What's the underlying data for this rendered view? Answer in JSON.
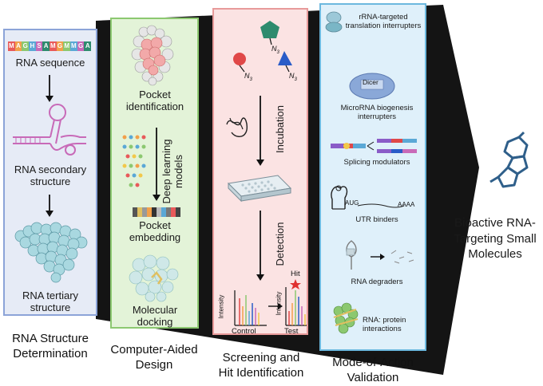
{
  "stages": {
    "s1": {
      "caption_line1": "RNA Structure",
      "caption_line2": "Determination",
      "seq_label": "RNA sequence",
      "secondary_line1": "RNA secondary",
      "secondary_line2": "structure",
      "tertiary_line1": "RNA tertiary",
      "tertiary_line2": "structure",
      "seq_letters": [
        "M",
        "A",
        "G",
        "H",
        "S",
        "A",
        "M",
        "G",
        "M",
        "M",
        "G",
        "A"
      ],
      "colors": {
        "bg": "#e6ebf6",
        "border": "#8ca4d8"
      }
    },
    "s2": {
      "caption_line1": "Computer-Aided",
      "caption_line2": "Design",
      "pocket_id_line1": "Pocket",
      "pocket_id_line2": "identification",
      "deep_learning_line1": "Deep learning",
      "deep_learning_line2": "models",
      "embedding_line1": "Pocket",
      "embedding_line2": "embedding",
      "docking_line1": "Molecular",
      "docking_line2": "docking",
      "colors": {
        "bg": "#e3f3d8",
        "border": "#8cc870"
      }
    },
    "s3": {
      "caption_line1": "Screening and",
      "caption_line2": "Hit Identification",
      "incubation": "Incubation",
      "detection": "Detection",
      "n3_a": "N",
      "n3_b": "N",
      "n3_c": "N",
      "n3_sub": "3",
      "intensity": "Intensity",
      "control": "Control",
      "test": "Test",
      "hit": "Hit",
      "colors": {
        "bg": "#fbe3e3",
        "border": "#e89a9a"
      }
    },
    "s4": {
      "caption_line1": "Mode-of-Action",
      "caption_line2": "Validation",
      "rrna_line1": "rRNA-targeted",
      "rrna_line2": "translation interrupters",
      "dicer": "Dicer",
      "mirna_line1": "MicroRNA biogenesis",
      "mirna_line2": "interrupters",
      "splicing": "Splicing modulators",
      "aug": "AUG",
      "aaaa": "AAAA",
      "utr": "UTR binders",
      "degraders": "RNA degraders",
      "protein_line1": "RNA: protein",
      "protein_line2": "interactions",
      "colors": {
        "bg": "#dff0fa",
        "border": "#6cb8de"
      }
    },
    "final": {
      "line1": "Bioactive RNA-",
      "line2": "Targeting Small",
      "line3": "Molecules",
      "molecule_color": "#2f5f8a"
    }
  }
}
